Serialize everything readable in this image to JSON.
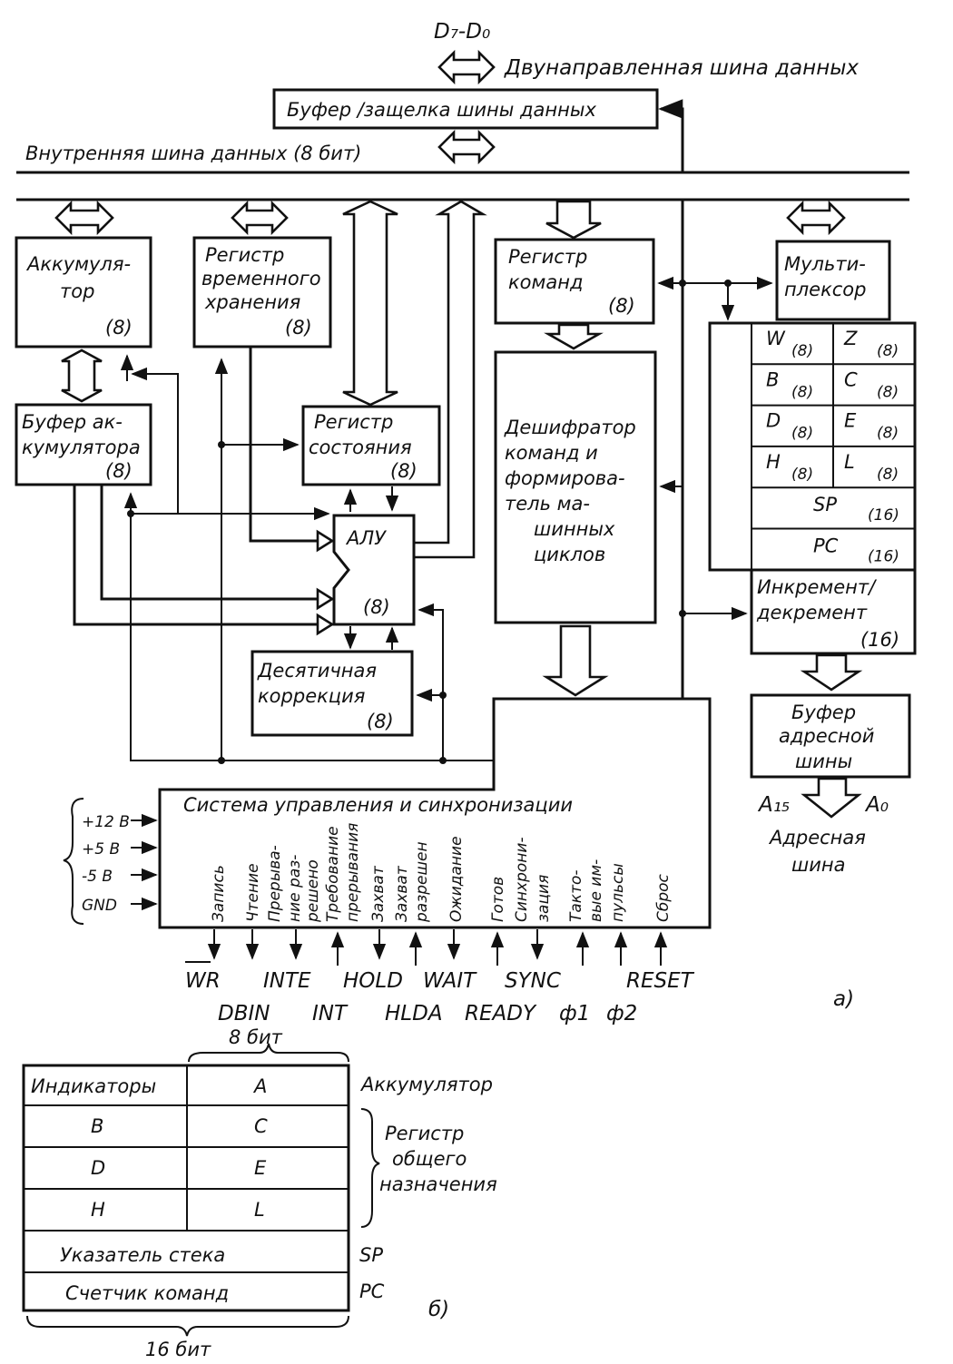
{
  "top_bus": {
    "bits_label": "D₇-D₀",
    "name": "Двунаправленная шина данных"
  },
  "data_bus_buffer": "Буфер /защелка шины данных",
  "internal_bus": "Внутренняя шина данных (8 бит)",
  "blocks": {
    "accumulator": [
      "Аккумуля-",
      "тор",
      "(8)"
    ],
    "temp_register": [
      "Регистр",
      "временного",
      "хранения",
      "(8)"
    ],
    "instruction_register": [
      "Регистр",
      "команд",
      "(8)"
    ],
    "multiplexer": [
      "Мульти-",
      "плексор"
    ],
    "acc_buffer": [
      "Буфер ак-",
      "кумулятора",
      "(8)"
    ],
    "status_register": [
      "Регистр",
      "состояния",
      "(8)"
    ],
    "alu": [
      "АЛУ",
      "(8)"
    ],
    "decimal_correction": [
      "Десятичная",
      "коррекция",
      "(8)"
    ],
    "decoder": [
      "Дешифратор",
      "команд и",
      "формирова-",
      "тель ма-",
      "шинных",
      "циклов"
    ],
    "inc_dec": [
      "Инкремент/",
      "декремент",
      "(16)"
    ],
    "address_buffer": [
      "Буфер",
      "адресной",
      "шины"
    ],
    "control": "Система управления и синхронизации"
  },
  "register_file": [
    [
      "W",
      "(8)",
      "Z",
      "(8)"
    ],
    [
      "B",
      "(8)",
      "C",
      "(8)"
    ],
    [
      "D",
      "(8)",
      "E",
      "(8)"
    ],
    [
      "H",
      "(8)",
      "L",
      "(8)"
    ],
    [
      "SP",
      "(16)"
    ],
    [
      "PC",
      "(16)"
    ]
  ],
  "address_bus": {
    "high": "A₁₅",
    "low": "A₀",
    "label": [
      "Адресная",
      "шина"
    ]
  },
  "power": [
    "+12 В",
    "+5 В",
    "-5 В",
    "GND"
  ],
  "control_signals": [
    "Запись",
    "Чтение",
    "Прерыва-",
    "ние раз-",
    "решено",
    "Требование",
    "прерывания",
    "Захват",
    "Захват",
    "разрешен",
    "Ожидание",
    "Готов",
    "Синхрони-",
    "зация",
    "Такто-",
    "вые им-",
    "пульсы",
    "Сброс"
  ],
  "signal_pins_row1": [
    "WR",
    "INTE",
    "HOLD",
    "WAIT",
    "SYNC",
    "RESET"
  ],
  "signal_pins_row2": [
    "DBIN",
    "INT",
    "HLDA",
    "READY",
    "ф1",
    "ф2"
  ],
  "part_a": "а)",
  "programmer_model": {
    "bits8": "8   бит",
    "rows": [
      [
        "Индикаторы",
        "A"
      ],
      [
        "B",
        "C"
      ],
      [
        "D",
        "E"
      ],
      [
        "H",
        "L"
      ]
    ],
    "sp_row": "Указатель стека",
    "pc_row": "Счетчик команд",
    "side_acc": "Аккумулятор",
    "side_gp": [
      "Регистр",
      "общего",
      "назначения"
    ],
    "side_sp": "SP",
    "side_pc": "PC",
    "bits16": "16  бит"
  },
  "part_b": "б)"
}
